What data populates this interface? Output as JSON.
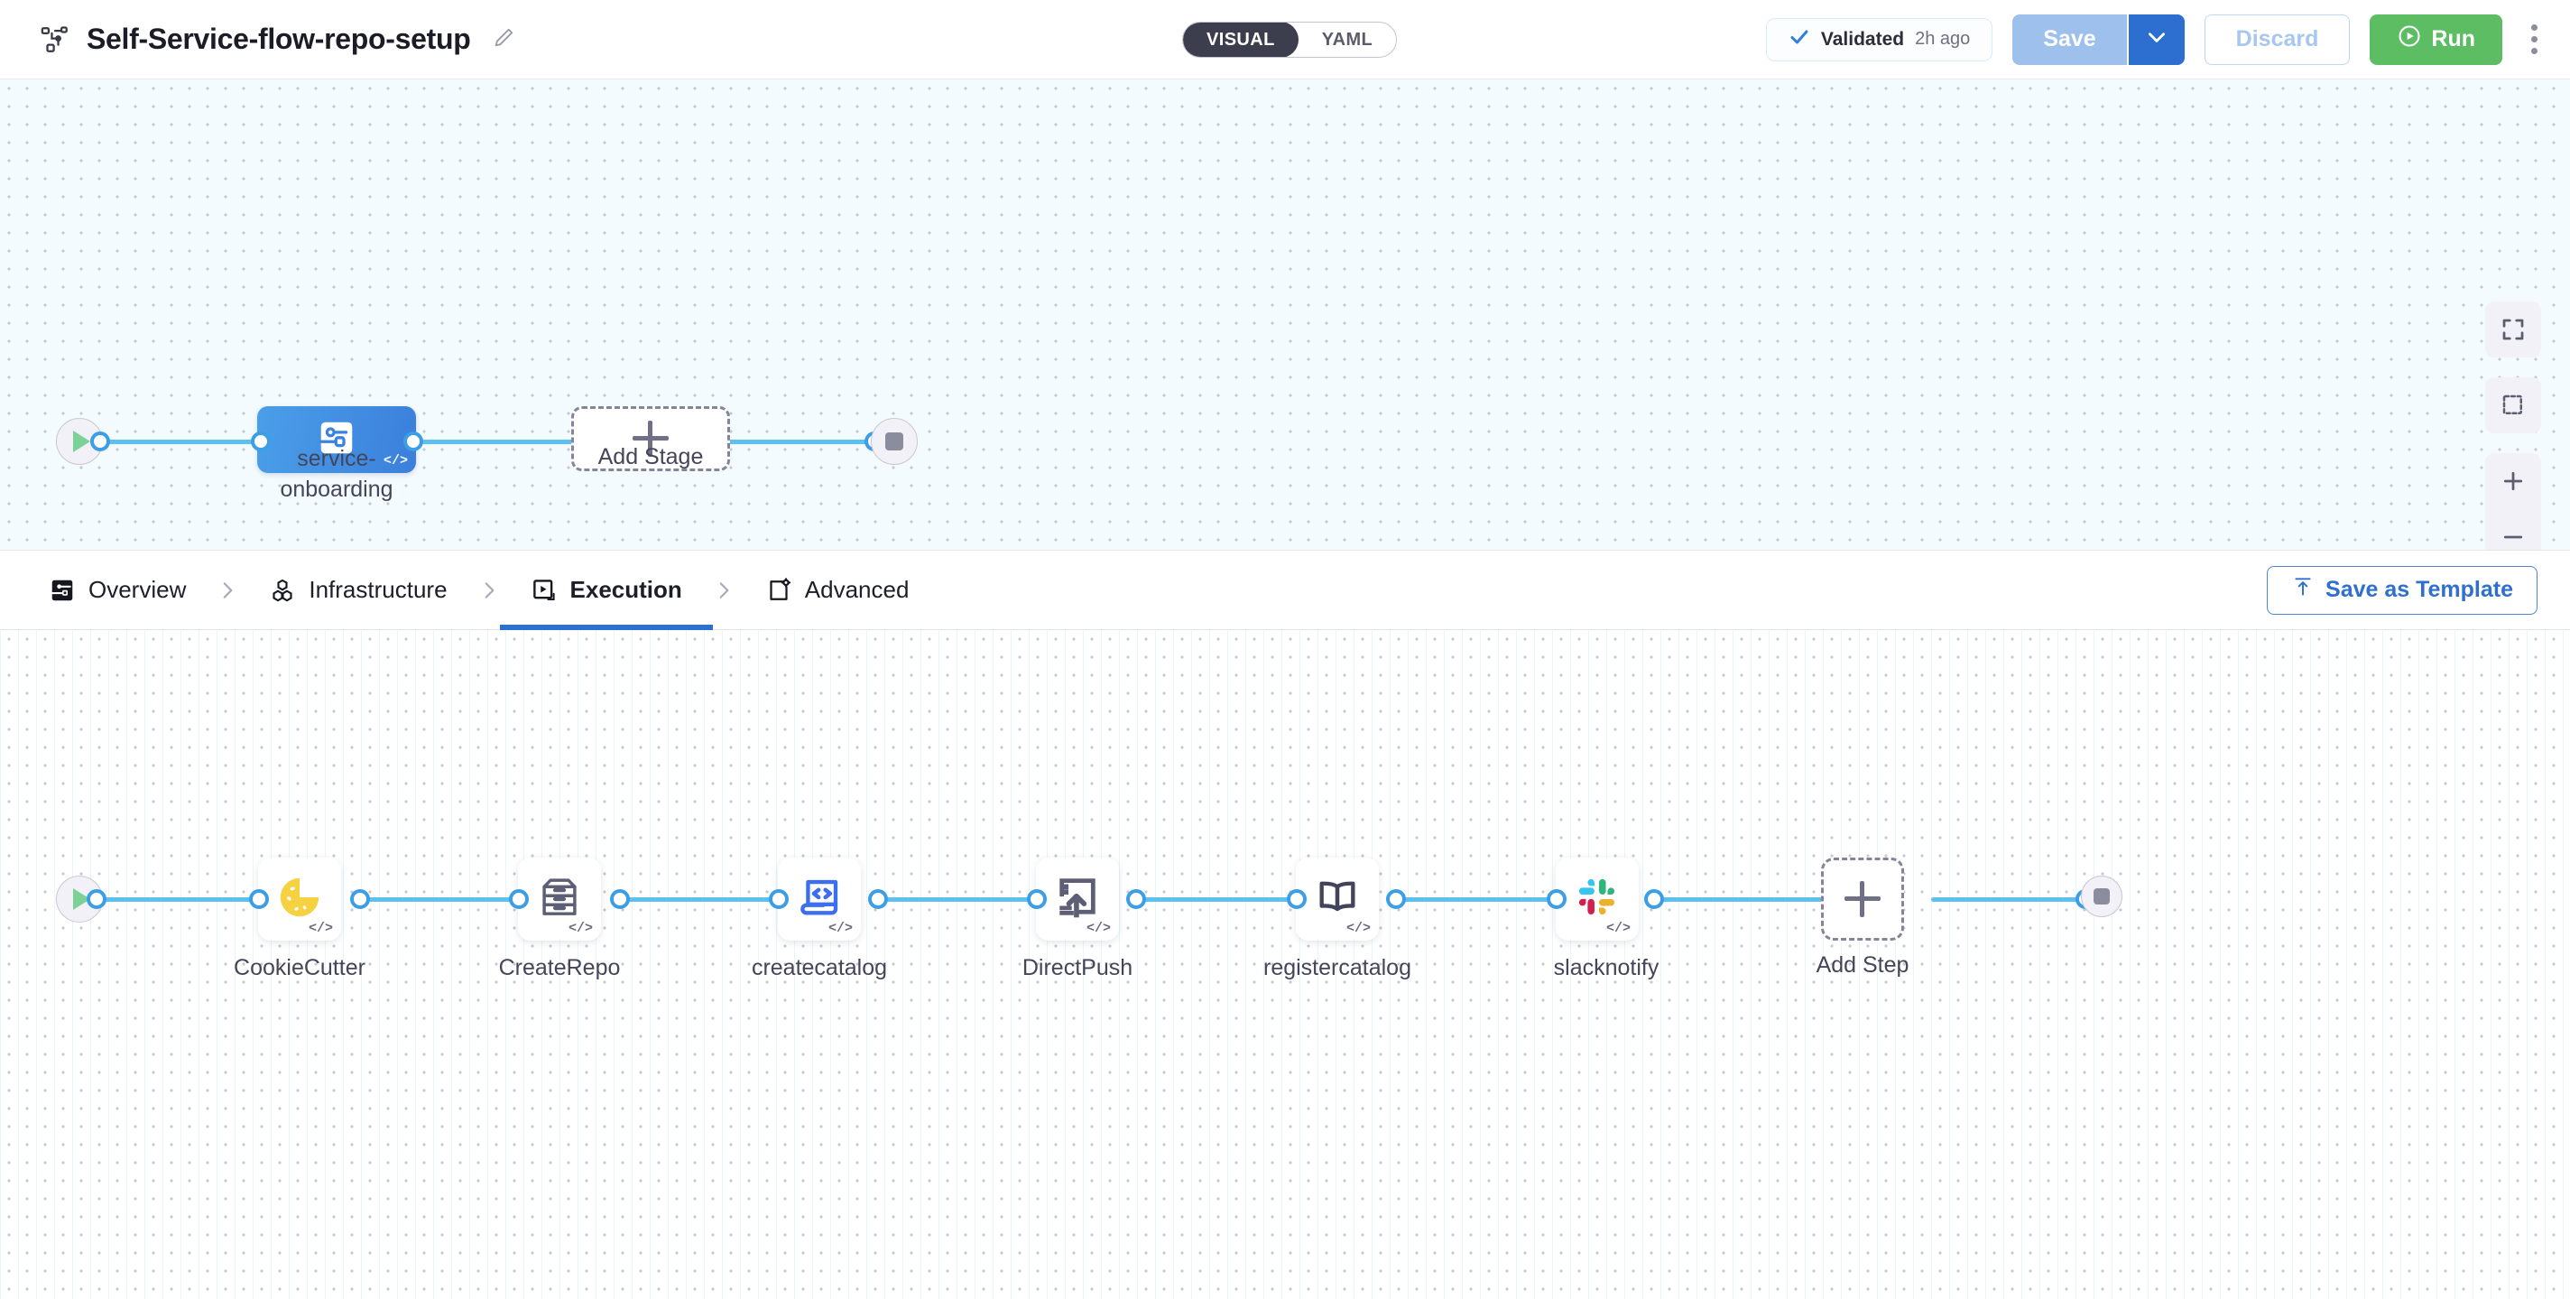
{
  "header": {
    "pipeline_icon": "pipeline-icon",
    "title": "Self-Service-flow-repo-setup",
    "edit_icon": "edit-pencil-icon",
    "view_toggle": {
      "options": [
        "VISUAL",
        "YAML"
      ],
      "selected": "VISUAL"
    },
    "validation": {
      "icon": "check-icon",
      "label": "Validated",
      "time": "2h ago"
    },
    "save_label": "Save",
    "save_caret_icon": "chevron-down-icon",
    "discard_label": "Discard",
    "run_label": "Run",
    "run_icon": "play-circle-icon",
    "more_icon": "kebab-menu-icon",
    "colors": {
      "save_bg": "#9dc0ec",
      "save_caret_bg": "#2d6fd1",
      "run_bg": "#5cbd63",
      "discard_text": "#a8c7ef",
      "toggle_active_bg": "#3d3e4d",
      "accent_blue": "#2f6fd0",
      "wire_blue": "#5ec0ef"
    }
  },
  "stage_canvas": {
    "start_node": {
      "name": "pipeline-start",
      "icon": "play-icon"
    },
    "stages": [
      {
        "name": "service-onboarding",
        "label": "service-\nonboarding",
        "icon": "service-icon",
        "badge": "</>",
        "selected": true
      }
    ],
    "add_stage": {
      "label": "Add Stage",
      "icon": "plus-icon"
    },
    "end_node": {
      "name": "pipeline-end",
      "icon": "stop-icon"
    }
  },
  "tabbar": {
    "tabs": [
      {
        "label": "Overview",
        "icon": "overview-icon",
        "active": false
      },
      {
        "label": "Infrastructure",
        "icon": "infrastructure-icon",
        "active": false
      },
      {
        "label": "Execution",
        "icon": "execution-icon",
        "active": true
      },
      {
        "label": "Advanced",
        "icon": "advanced-icon",
        "active": false
      }
    ],
    "separator_icon": "chevron-right-icon",
    "save_as_template": {
      "label": "Save as Template",
      "icon": "template-upload-icon"
    }
  },
  "step_canvas": {
    "start_node": {
      "name": "execution-start",
      "icon": "play-icon"
    },
    "steps": [
      {
        "label": "CookieCutter",
        "icon": "cookie-icon",
        "badge": "</>"
      },
      {
        "label": "CreateRepo",
        "icon": "archive-drawer-icon",
        "badge": "</>"
      },
      {
        "label": "createcatalog",
        "icon": "code-page-icon",
        "badge": "</>"
      },
      {
        "label": "DirectPush",
        "icon": "push-upload-icon",
        "badge": "</>"
      },
      {
        "label": "registercatalog",
        "icon": "open-book-icon",
        "badge": "</>"
      },
      {
        "label": "slacknotify",
        "icon": "slack-icon",
        "badge": "</>"
      }
    ],
    "add_step": {
      "label": "Add Step",
      "icon": "plus-icon"
    },
    "end_node": {
      "name": "execution-end",
      "icon": "stop-icon"
    }
  },
  "canvas_controls": {
    "fit_screen": "fit-to-screen-icon",
    "select_box": "selection-box-icon",
    "zoom_in": "zoom-in-icon",
    "zoom_out": "zoom-out-icon"
  }
}
